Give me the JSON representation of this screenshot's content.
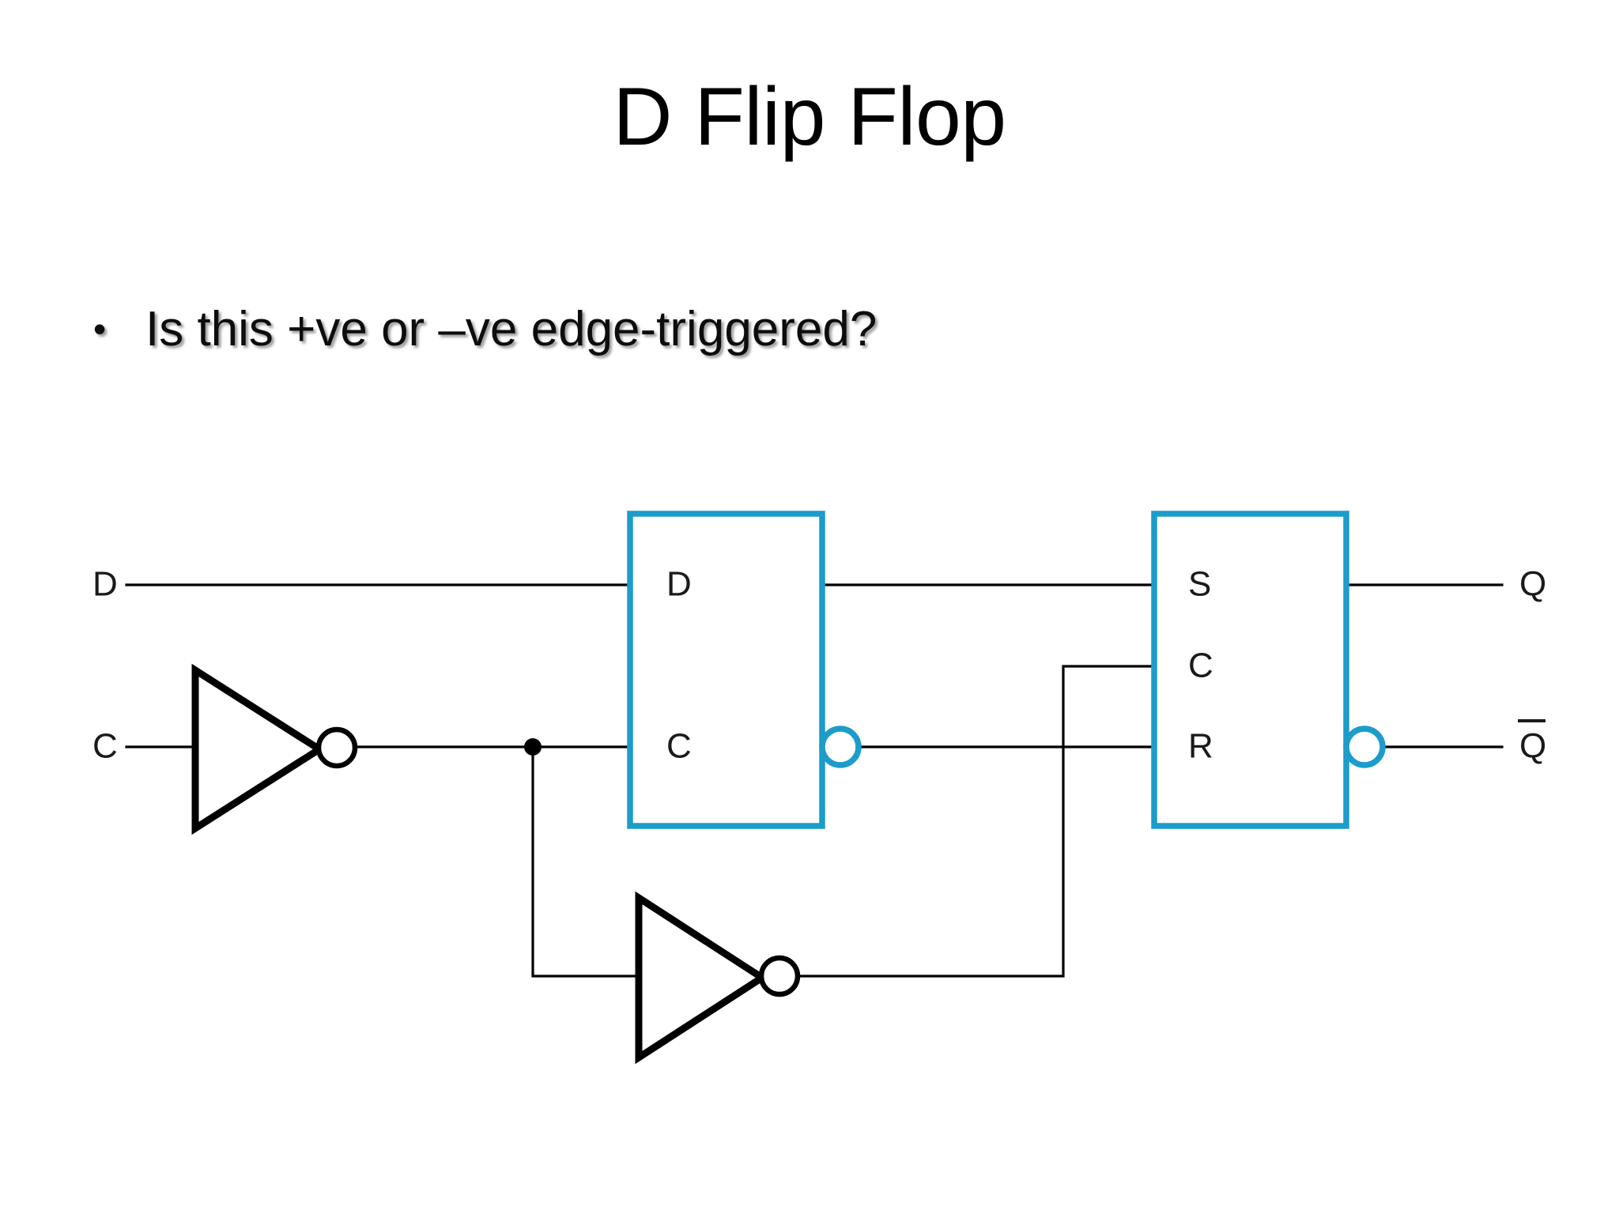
{
  "slide": {
    "title": "D Flip Flop",
    "background_color": "#ffffff"
  },
  "bullets": [
    {
      "marker": "•",
      "text": "Is this +ve or –ve edge-triggered?"
    }
  ],
  "diagram": {
    "name": "d-flip-flop-circuit",
    "accent_color": "#1C9CCB",
    "wire_color": "#000000",
    "inputs": [
      {
        "label": "D",
        "name": "input-d"
      },
      {
        "label": "C",
        "name": "input-c"
      }
    ],
    "outputs": [
      {
        "label": "Q",
        "name": "output-q"
      },
      {
        "label": "Q",
        "overbar": true,
        "name": "output-q-bar"
      }
    ],
    "blocks": [
      {
        "name": "d-latch-block",
        "pins": [
          {
            "label": "D",
            "name": "latch1-pin-d"
          },
          {
            "label": "C",
            "name": "latch1-pin-c"
          }
        ],
        "inverted_output": true
      },
      {
        "name": "sr-latch-block",
        "pins": [
          {
            "label": "S",
            "name": "latch2-pin-s"
          },
          {
            "label": "C",
            "name": "latch2-pin-c"
          },
          {
            "label": "R",
            "name": "latch2-pin-r"
          }
        ],
        "inverted_output": true
      }
    ],
    "gates": [
      {
        "name": "clock-inverter-1",
        "type": "NOT"
      },
      {
        "name": "clock-inverter-2",
        "type": "NOT"
      }
    ],
    "junctions": [
      {
        "name": "clock-fanout-junction"
      }
    ]
  }
}
